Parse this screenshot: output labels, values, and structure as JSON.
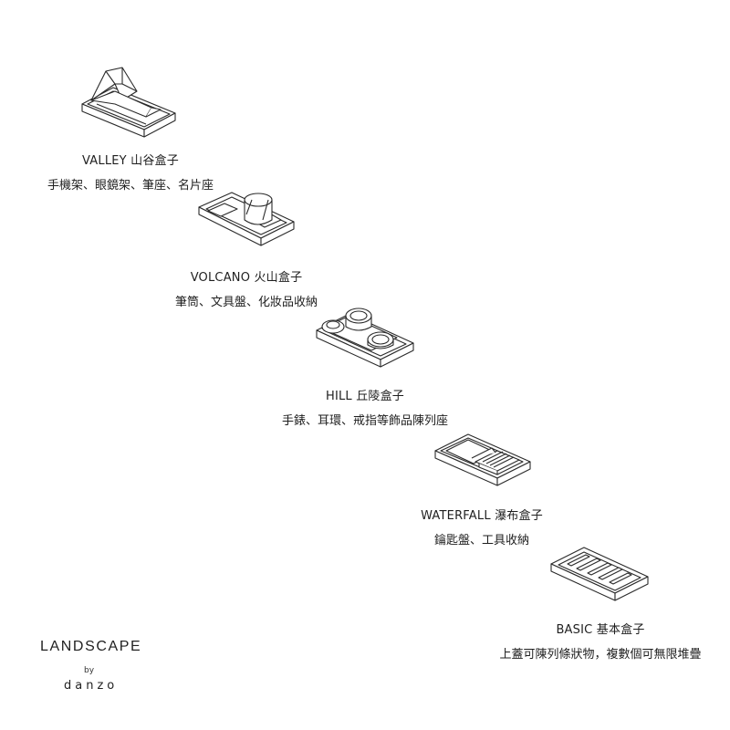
{
  "products": [
    {
      "name": "VALLEY 山谷盒子",
      "uses": "手機架、眼鏡架、筆座、名片座"
    },
    {
      "name": "VOLCANO 火山盒子",
      "uses": "筆筒、文具盤、化妝品收納"
    },
    {
      "name": "HILL 丘陵盒子",
      "uses": "手錶、耳環、戒指等飾品陳列座"
    },
    {
      "name": "WATERFALL 瀑布盒子",
      "uses": "鑰匙盤、工具收納"
    },
    {
      "name": "BASIC 基本盒子",
      "uses": "上蓋可陳列條狀物，複數個可無限堆疊"
    }
  ],
  "brand": {
    "logo": "LANDSCAPE",
    "by": "by",
    "maker": "danzo"
  },
  "colors": {
    "line": "#2a2a2a",
    "text": "#1f1f1f",
    "background": "#ffffff"
  }
}
